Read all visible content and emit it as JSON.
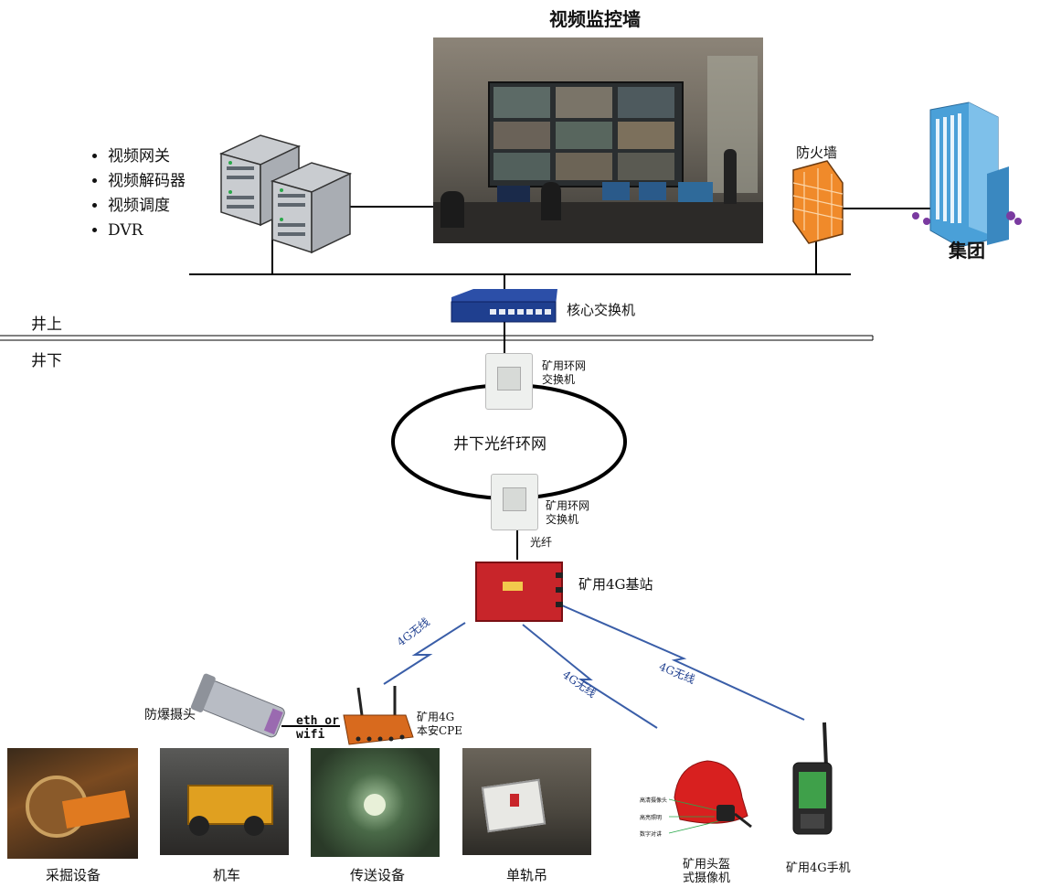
{
  "title": "视频监控墙",
  "bullets": [
    "视频网关",
    "视频解码器",
    "视频调度",
    "DVR"
  ],
  "firewall_label": "防火墙",
  "group_label": "集团",
  "core_switch_label": "核心交换机",
  "above_ground": "井上",
  "below_ground": "井下",
  "ring_switch_top": "矿用环网\n交换机",
  "ring_switch_bottom": "矿用环网\n交换机",
  "ring_label": "井下光纤环网",
  "fiber_label": "光纤",
  "base_station_label": "矿用4G基站",
  "wireless_labels": [
    "4G无线",
    "4G无线",
    "4G无线"
  ],
  "camera_label": "防爆摄头",
  "eth_label": "eth or\nwifi",
  "cpe_label": "矿用4G\n本安CPE",
  "equipment": [
    "采掘设备",
    "机车",
    "传送设备",
    "单轨吊"
  ],
  "helmet_label": "矿用头盔\n式摄像机",
  "phone_label": "矿用4G手机",
  "helmet_callouts": [
    "高清摄像头",
    "高亮照明",
    "数字对讲"
  ],
  "colors": {
    "line": "#000000",
    "wireless": "#3a5ea8",
    "base_station": "#c8252a",
    "firewall": "#f08a2a",
    "switch_blue": "#1f3f8f",
    "building": "#4aa0d8"
  }
}
